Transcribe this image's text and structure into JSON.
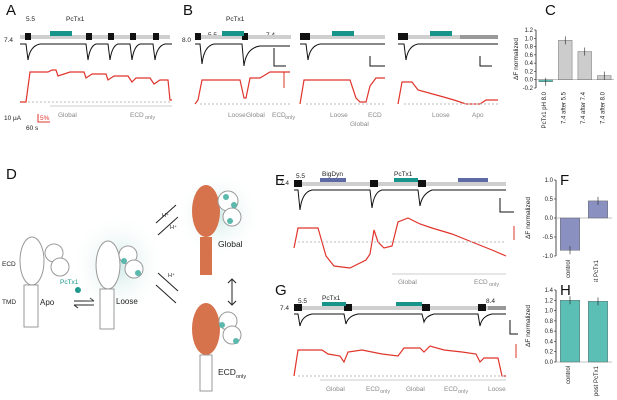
{
  "panels": {
    "A": {
      "label": "A",
      "ph_left": "7.4",
      "ph_top": "5.5",
      "drug": "PcTx1",
      "scale_current": "10 µA",
      "scale_fluor": "5%",
      "scale_time": "60 s",
      "state_global": "Global",
      "state_ecd": "ECD",
      "state_ecd_sub": "only"
    },
    "B": {
      "label": "B",
      "ph_left": "8.0",
      "ph_top": "5.5",
      "ph_right": "7.4",
      "drug": "PcTx1",
      "states1": [
        "Loose",
        "Global",
        "ECD"
      ],
      "ecd_sub": "only",
      "states2": [
        "Loose",
        "Global",
        "ECD"
      ],
      "states3": [
        "Loose",
        "Apo"
      ]
    },
    "C": {
      "label": "C",
      "ylabel": "ΔF",
      "ylabel_sub": "normalized",
      "chart_data": {
        "type": "bar",
        "categories": [
          "PcTx1 pH 8.0",
          "7.4 after 5.5",
          "7.4 after 7.4",
          "7.4 after 8.0"
        ],
        "values": [
          -0.05,
          0.95,
          0.68,
          0.1
        ],
        "ylim": [
          -0.2,
          1.2
        ],
        "yticks": [
          "1.2",
          "1.0",
          "0.8",
          "0.6",
          "0.4",
          "0.2",
          "0.0",
          "-0.2"
        ],
        "colors": [
          "#5bb8ad",
          "#cccccc",
          "#cccccc",
          "#cccccc"
        ]
      }
    },
    "D": {
      "label": "D",
      "ecd": "ECD",
      "tmd": "TMD",
      "apo": "Apo",
      "loose": "Loose",
      "global": "Global",
      "ecdonly": "ECD",
      "ecdonly_sub": "only",
      "pctx": "PcTx1",
      "h": "H⁺"
    },
    "E": {
      "label": "E",
      "ph_left": "7.4",
      "ph_top": "5.5",
      "toxin1": "BigDyn",
      "toxin2": "PcTx1",
      "state_global": "Global",
      "state_ecd": "ECD",
      "state_ecd_sub": "only"
    },
    "F": {
      "label": "F",
      "ylabel": "ΔF",
      "ylabel_sub": "normalized",
      "chart_data": {
        "type": "bar",
        "categories": [
          "control",
          "post PcTx1"
        ],
        "values": [
          -0.85,
          0.45
        ],
        "ylim": [
          -1.0,
          1.0
        ],
        "yticks": [
          "1.0",
          "0.5",
          "0.0",
          "-0.5",
          "-1.0"
        ],
        "colors": [
          "#8a90c0",
          "#8a90c0"
        ]
      }
    },
    "G": {
      "label": "G",
      "ph_left": "7.4",
      "ph_top": "5.5",
      "ph_right": "8.4",
      "drug": "PcTx1",
      "states": [
        "Global",
        "ECD",
        "Global",
        "ECD",
        "Loose"
      ],
      "ecd_sub": "only"
    },
    "H": {
      "label": "H",
      "ylabel": "ΔF",
      "ylabel_sub": "normalized",
      "chart_data": {
        "type": "bar",
        "categories": [
          "control",
          "post PcTx1"
        ],
        "values": [
          1.2,
          1.18
        ],
        "ylim": [
          0,
          1.4
        ],
        "yticks": [
          "1.4",
          "1.2",
          "1.0",
          "0.8",
          "0.6",
          "0.4",
          "0.2",
          "0.0"
        ],
        "colors": [
          "#5bbfb5",
          "#5bbfb5"
        ]
      }
    }
  },
  "colors": {
    "teal": "#17958a",
    "red": "#e0352c",
    "navy": "#5d6aa3",
    "orange": "#d6724c",
    "gray": "#cfcfcf"
  }
}
